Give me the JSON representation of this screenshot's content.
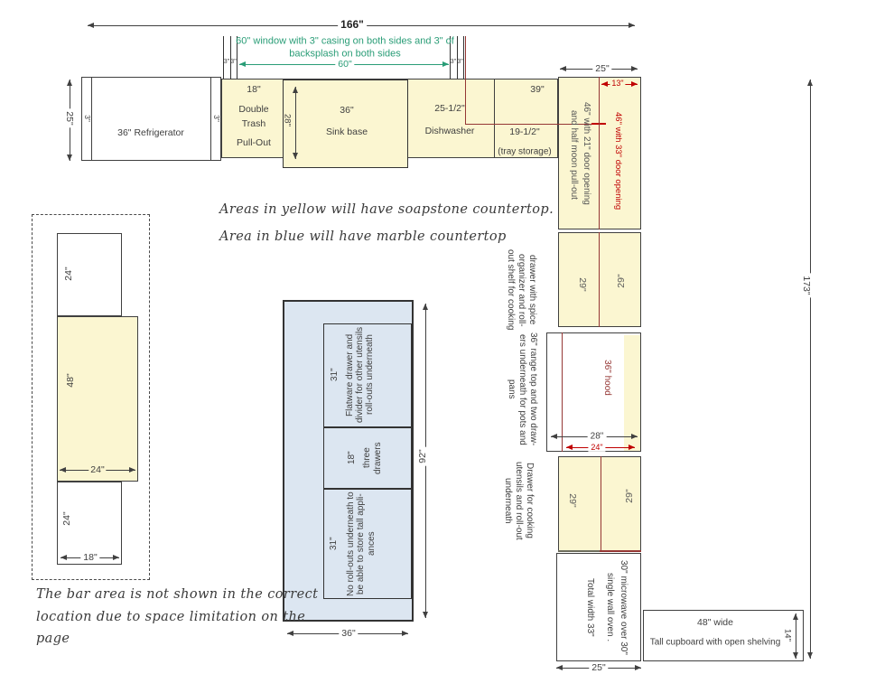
{
  "dims": {
    "width": "166\"",
    "height": "173\""
  },
  "window": {
    "note1": "60\" window with 3\" casing on both sides and 3\" of",
    "note2": "backsplash  on both sides",
    "width": "60\"",
    "casing": "3\""
  },
  "notes": {
    "yellow": "Areas in yellow will have soapstone countertop.",
    "blue": "Area in blue will have marble countertop",
    "bar1": "The bar area is not shown in the correct",
    "bar2": "location due to space limitation on the",
    "bar3": "page"
  },
  "top": {
    "height25": "25\"",
    "filler3": "3\"",
    "fridge": "36\" Refrigerator",
    "trash1": "18\"",
    "trash2": "Double",
    "trash3": "Trash",
    "trash4": "Pull-Out",
    "sink28": "28\"",
    "sink36": "36\"",
    "sinkbase": "Sink base",
    "dw1": "25-1/2\"",
    "dw2": "Dishwasher",
    "tray39": "39\"",
    "tray1": "19-1/2\"",
    "tray2": "(tray storage)"
  },
  "col": {
    "w25": "25\"",
    "w13": "13\"",
    "c1": "46\" with 21\" door opening",
    "c2": "and half moon pull-out",
    "c3": "46\" with 33\" door opening",
    "spice1": "drawer with spice",
    "spice2": "organizer and roll-",
    "spice3": "out shelf for cooking",
    "d29": "29\"",
    "range1": "36\" range top and two draw-",
    "range2": "ers underneath for pots and",
    "range3": "pans",
    "hood": "36\" hood",
    "w28": "28\"",
    "w24": "24\"",
    "ut1": "Drawer for cooking",
    "ut2": "utensils and roll-out",
    "ut3": "underneath",
    "oven1": "30\" microwave over 30\"",
    "oven2": "single wall oven .",
    "oven3": "Total width 33\"",
    "w25b": "25\""
  },
  "cup": {
    "l1": "48\" wide",
    "l2": "Tall cupboard with open shelving",
    "d14": "14\""
  },
  "bar": {
    "t24": "24\"",
    "m48": "48\"",
    "m24": "24\"",
    "b24": "24\"",
    "b18": "18\""
  },
  "isl": {
    "a31": "31\"",
    "a1": "Flatware drawer and",
    "a2": "divider for other utensils",
    "a3": "roll-outs underneath",
    "b18": "18\"",
    "b1": "three",
    "b2": "drawers",
    "c31": "31\"",
    "c1": "No roll-outs underneath to",
    "c2": "be able to store tall appli-",
    "c3": "ances",
    "len92": "92\"",
    "wid36": "36\""
  },
  "colors": {
    "yellow": "#FBF6D1",
    "blue": "#DCE6F1",
    "green": "#2a9d77",
    "red": "#C00000",
    "maroon": "#953735"
  }
}
